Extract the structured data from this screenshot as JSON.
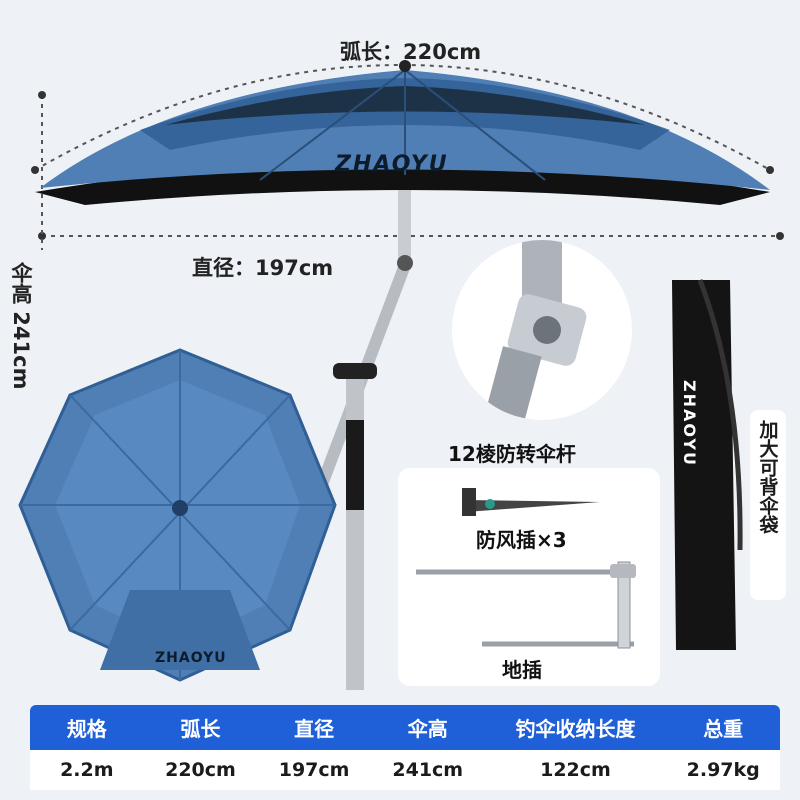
{
  "dimensions": {
    "arc_length": "弧长：220cm",
    "diameter": "直径：197cm",
    "height": "伞高 241cm"
  },
  "features": {
    "pole": "12棱防转伞杆",
    "wind_stake": "防风插×3",
    "ground_stake": "地插",
    "bag": "加大可背伞袋"
  },
  "brand": {
    "logo_text": "ZHAOYU"
  },
  "colors": {
    "canopy": "#4f7fb5",
    "canopy_dark": "#2f5f95",
    "header_blue": "#1f5fd8",
    "background": "#eef1f6"
  },
  "spec_table": {
    "headers": [
      "规格",
      "弧长",
      "直径",
      "伞高",
      "钓伞收纳长度",
      "总重"
    ],
    "values": [
      "2.2m",
      "220cm",
      "197cm",
      "241cm",
      "122cm",
      "2.97kg"
    ]
  }
}
